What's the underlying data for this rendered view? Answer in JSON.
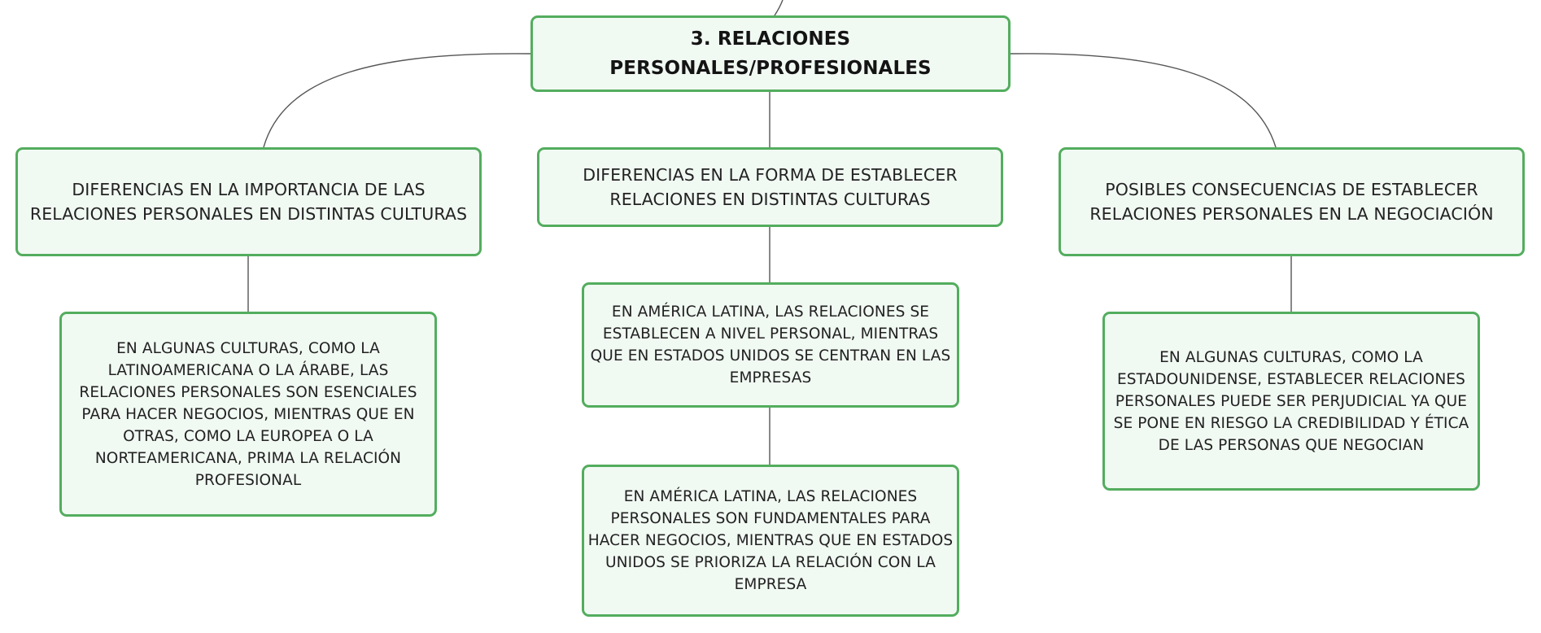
{
  "diagram": {
    "root": {
      "label": "3. RELACIONES\nPERSONALES/PROFESIONALES"
    },
    "branches": [
      {
        "label": "DIFERENCIAS EN LA IMPORTANCIA DE LAS\nRELACIONES PERSONALES EN DISTINTAS CULTURAS",
        "children": [
          "EN ALGUNAS CULTURAS, COMO LA\nLATINOAMERICANA O LA ÁRABE, LAS\nRELACIONES PERSONALES SON ESENCIALES\nPARA HACER NEGOCIOS, MIENTRAS QUE EN\nOTRAS, COMO LA EUROPEA O LA\nNORTEAMERICANA, PRIMA LA RELACIÓN\nPROFESIONAL"
        ]
      },
      {
        "label": "DIFERENCIAS EN LA FORMA DE ESTABLECER\nRELACIONES EN DISTINTAS CULTURAS",
        "children": [
          "EN AMÉRICA LATINA, LAS RELACIONES SE\nESTABLECEN A NIVEL PERSONAL, MIENTRAS\nQUE EN ESTADOS UNIDOS SE CENTRAN EN LAS\nEMPRESAS",
          "EN AMÉRICA LATINA, LAS RELACIONES\nPERSONALES SON FUNDAMENTALES PARA\nHACER NEGOCIOS, MIENTRAS QUE EN ESTADOS\nUNIDOS SE PRIORIZA LA RELACIÓN CON LA\nEMPRESA"
        ]
      },
      {
        "label": "POSIBLES CONSECUENCIAS DE ESTABLECER\nRELACIONES PERSONALES EN LA NEGOCIACIÓN",
        "children": [
          "EN ALGUNAS CULTURAS, COMO LA\nESTADOUNIDENSE, ESTABLECER RELACIONES\nPERSONALES PUEDE SER PERJUDICIAL YA QUE\nSE PONE EN RIESGO LA CREDIBILIDAD Y ÉTICA\nDE LAS PERSONAS QUE NEGOCIAN"
        ]
      }
    ]
  },
  "colors": {
    "node_border": "#53ad5e",
    "node_fill": "#f1f9f3",
    "connector": "#555555",
    "text": "#1f1f1f"
  }
}
